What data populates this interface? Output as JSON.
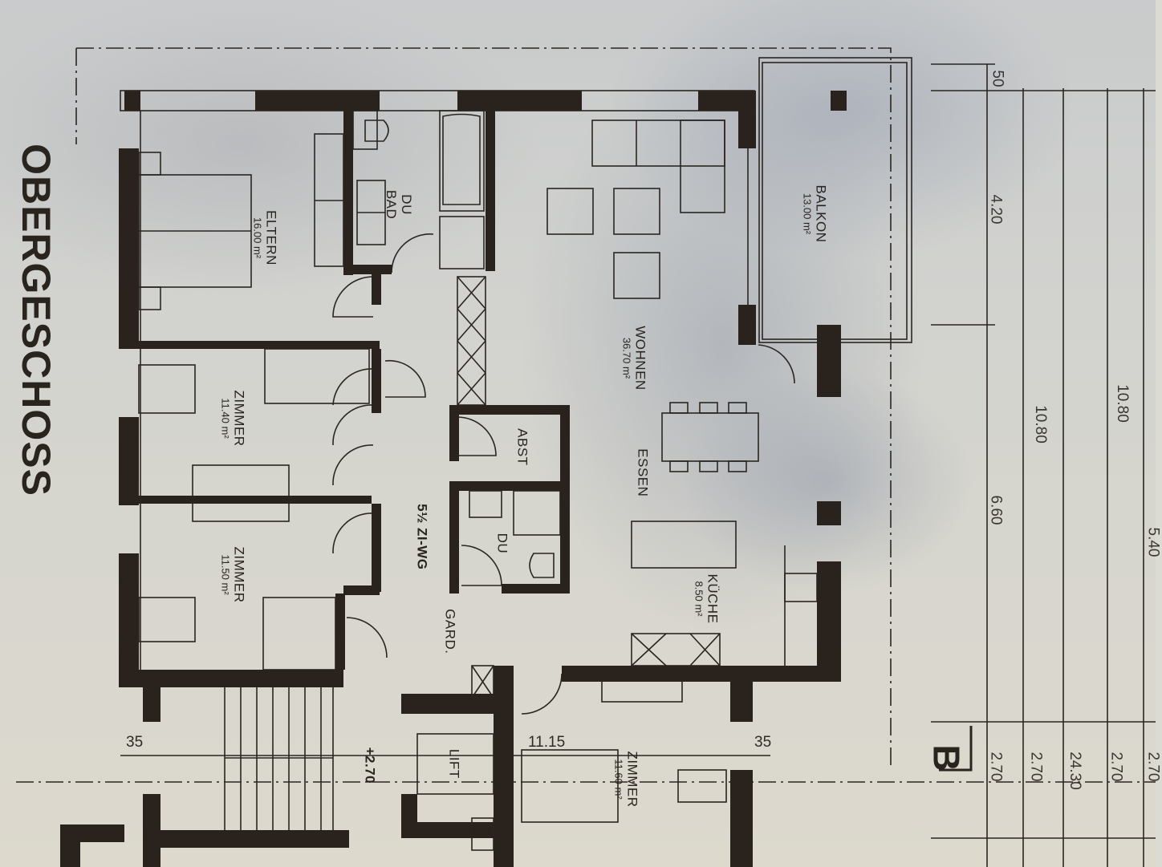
{
  "plan": {
    "title": "OBERGESCHOSS",
    "unit_type": "5½ ZI-WG",
    "level": "+2.70",
    "section_mark": "B",
    "rooms": [
      {
        "id": "eltern",
        "name": "ELTERN",
        "area": "16.00 m²"
      },
      {
        "id": "du-bad",
        "name": "DU\nBAD",
        "area": ""
      },
      {
        "id": "wohnen",
        "name": "WOHNEN",
        "area": "36.70 m²"
      },
      {
        "id": "essen",
        "name": "ESSEN",
        "area": ""
      },
      {
        "id": "balkon",
        "name": "BALKON",
        "area": "13.00 m²"
      },
      {
        "id": "zimmer-1",
        "name": "ZIMMER",
        "area": "11.40 m²"
      },
      {
        "id": "zimmer-2",
        "name": "ZIMMER",
        "area": "11.50 m²"
      },
      {
        "id": "abst",
        "name": "ABST",
        "area": ""
      },
      {
        "id": "du",
        "name": "DU",
        "area": ""
      },
      {
        "id": "kueche",
        "name": "KÜCHE",
        "area": "8.50 m²"
      },
      {
        "id": "gard",
        "name": "GARD.",
        "area": ""
      },
      {
        "id": "lift",
        "name": "LIFT",
        "area": ""
      },
      {
        "id": "zimmer-3",
        "name": "ZIMMER",
        "area": "11.60 m²"
      }
    ],
    "dimensions": {
      "d50": "50",
      "d420": "4.20",
      "d1080a": "10.80",
      "d1080b": "10.80",
      "d660": "6.60",
      "d540": "5.40",
      "d270a": "2.70",
      "d270b": "2.70",
      "d2430": "24.30",
      "d270c": "2.70",
      "d270d": "2.70",
      "d1115": "11.15",
      "d35a": "35",
      "d35b": "35"
    }
  }
}
